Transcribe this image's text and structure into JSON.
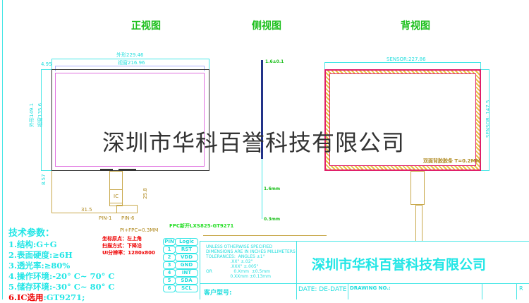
{
  "views": {
    "front": "正视图",
    "side": "侧视图",
    "back": "背视图"
  },
  "front": {
    "outer_width": "外形229.46",
    "view_width": "视窗216.96",
    "offset": "4.95",
    "outer_height": "外形149.1",
    "view_height": "视窗135.6",
    "bottom_offset": "8.57",
    "ic": "IC",
    "pin1": "PIN-1",
    "pin6": "PIN-6",
    "fpc_thickness": "PI+FPC=0.3MM",
    "fpc_len": "31.5",
    "fpc_h": "25.8"
  },
  "side": {
    "thickness": "1.6±0.1",
    "fpc_a": "1.6mm",
    "fpc_b": "0.3mm"
  },
  "back": {
    "sensor_w": "SENSOR:227.86",
    "sensor_h": "SENSOR: 147.5",
    "tape": "双面背胶胶条 T=0.2MM"
  },
  "notes": {
    "origin": "坐标原点：左上角",
    "scan": "扫描方式：下降沿",
    "resolution": "UI分辨率：1280x800"
  },
  "fpc_code": "FPC新开LXS825-GT9271",
  "specs": {
    "title": "技术参数：",
    "items": [
      "1.结构:G+G",
      "2.表面硬度:≥6H",
      "3.透光率:≥80%",
      "4.操作环境:-20° C~ 70° C",
      "5.储存环境:-30° C~ 80° C"
    ],
    "ic_label": "6.IC选用",
    "ic_value": ":GT9271;"
  },
  "pins": {
    "headers": [
      "PIN",
      "Logic"
    ],
    "rows": [
      [
        "1",
        "RST"
      ],
      [
        "2",
        "VDD"
      ],
      [
        "3",
        "GND"
      ],
      [
        "4",
        "INT"
      ],
      [
        "5",
        "SDA"
      ],
      [
        "6",
        "SCL"
      ]
    ]
  },
  "title_block": {
    "tolerances": "UNLESS OTHERWISE SPECIFIED\nDIMENSIONS ARE IN INCHES MILLIMETERS\nTOLERANCES:  ANGLES ±1°\n                  .XX\" ±.02\"\n                  .XXX\" ±.005\"\nOR                0.Xmm  ±0.5mm\n                  0.XXmm ±0.13mm",
    "company": "深圳市华科百誉科技有限公司",
    "customer": "客户型号:",
    "date": "DATE: DE-DATE",
    "drawing_no": "DRAWING NO.:",
    "rev": "R"
  },
  "watermark": "深圳市华科百誉科技有限公司"
}
